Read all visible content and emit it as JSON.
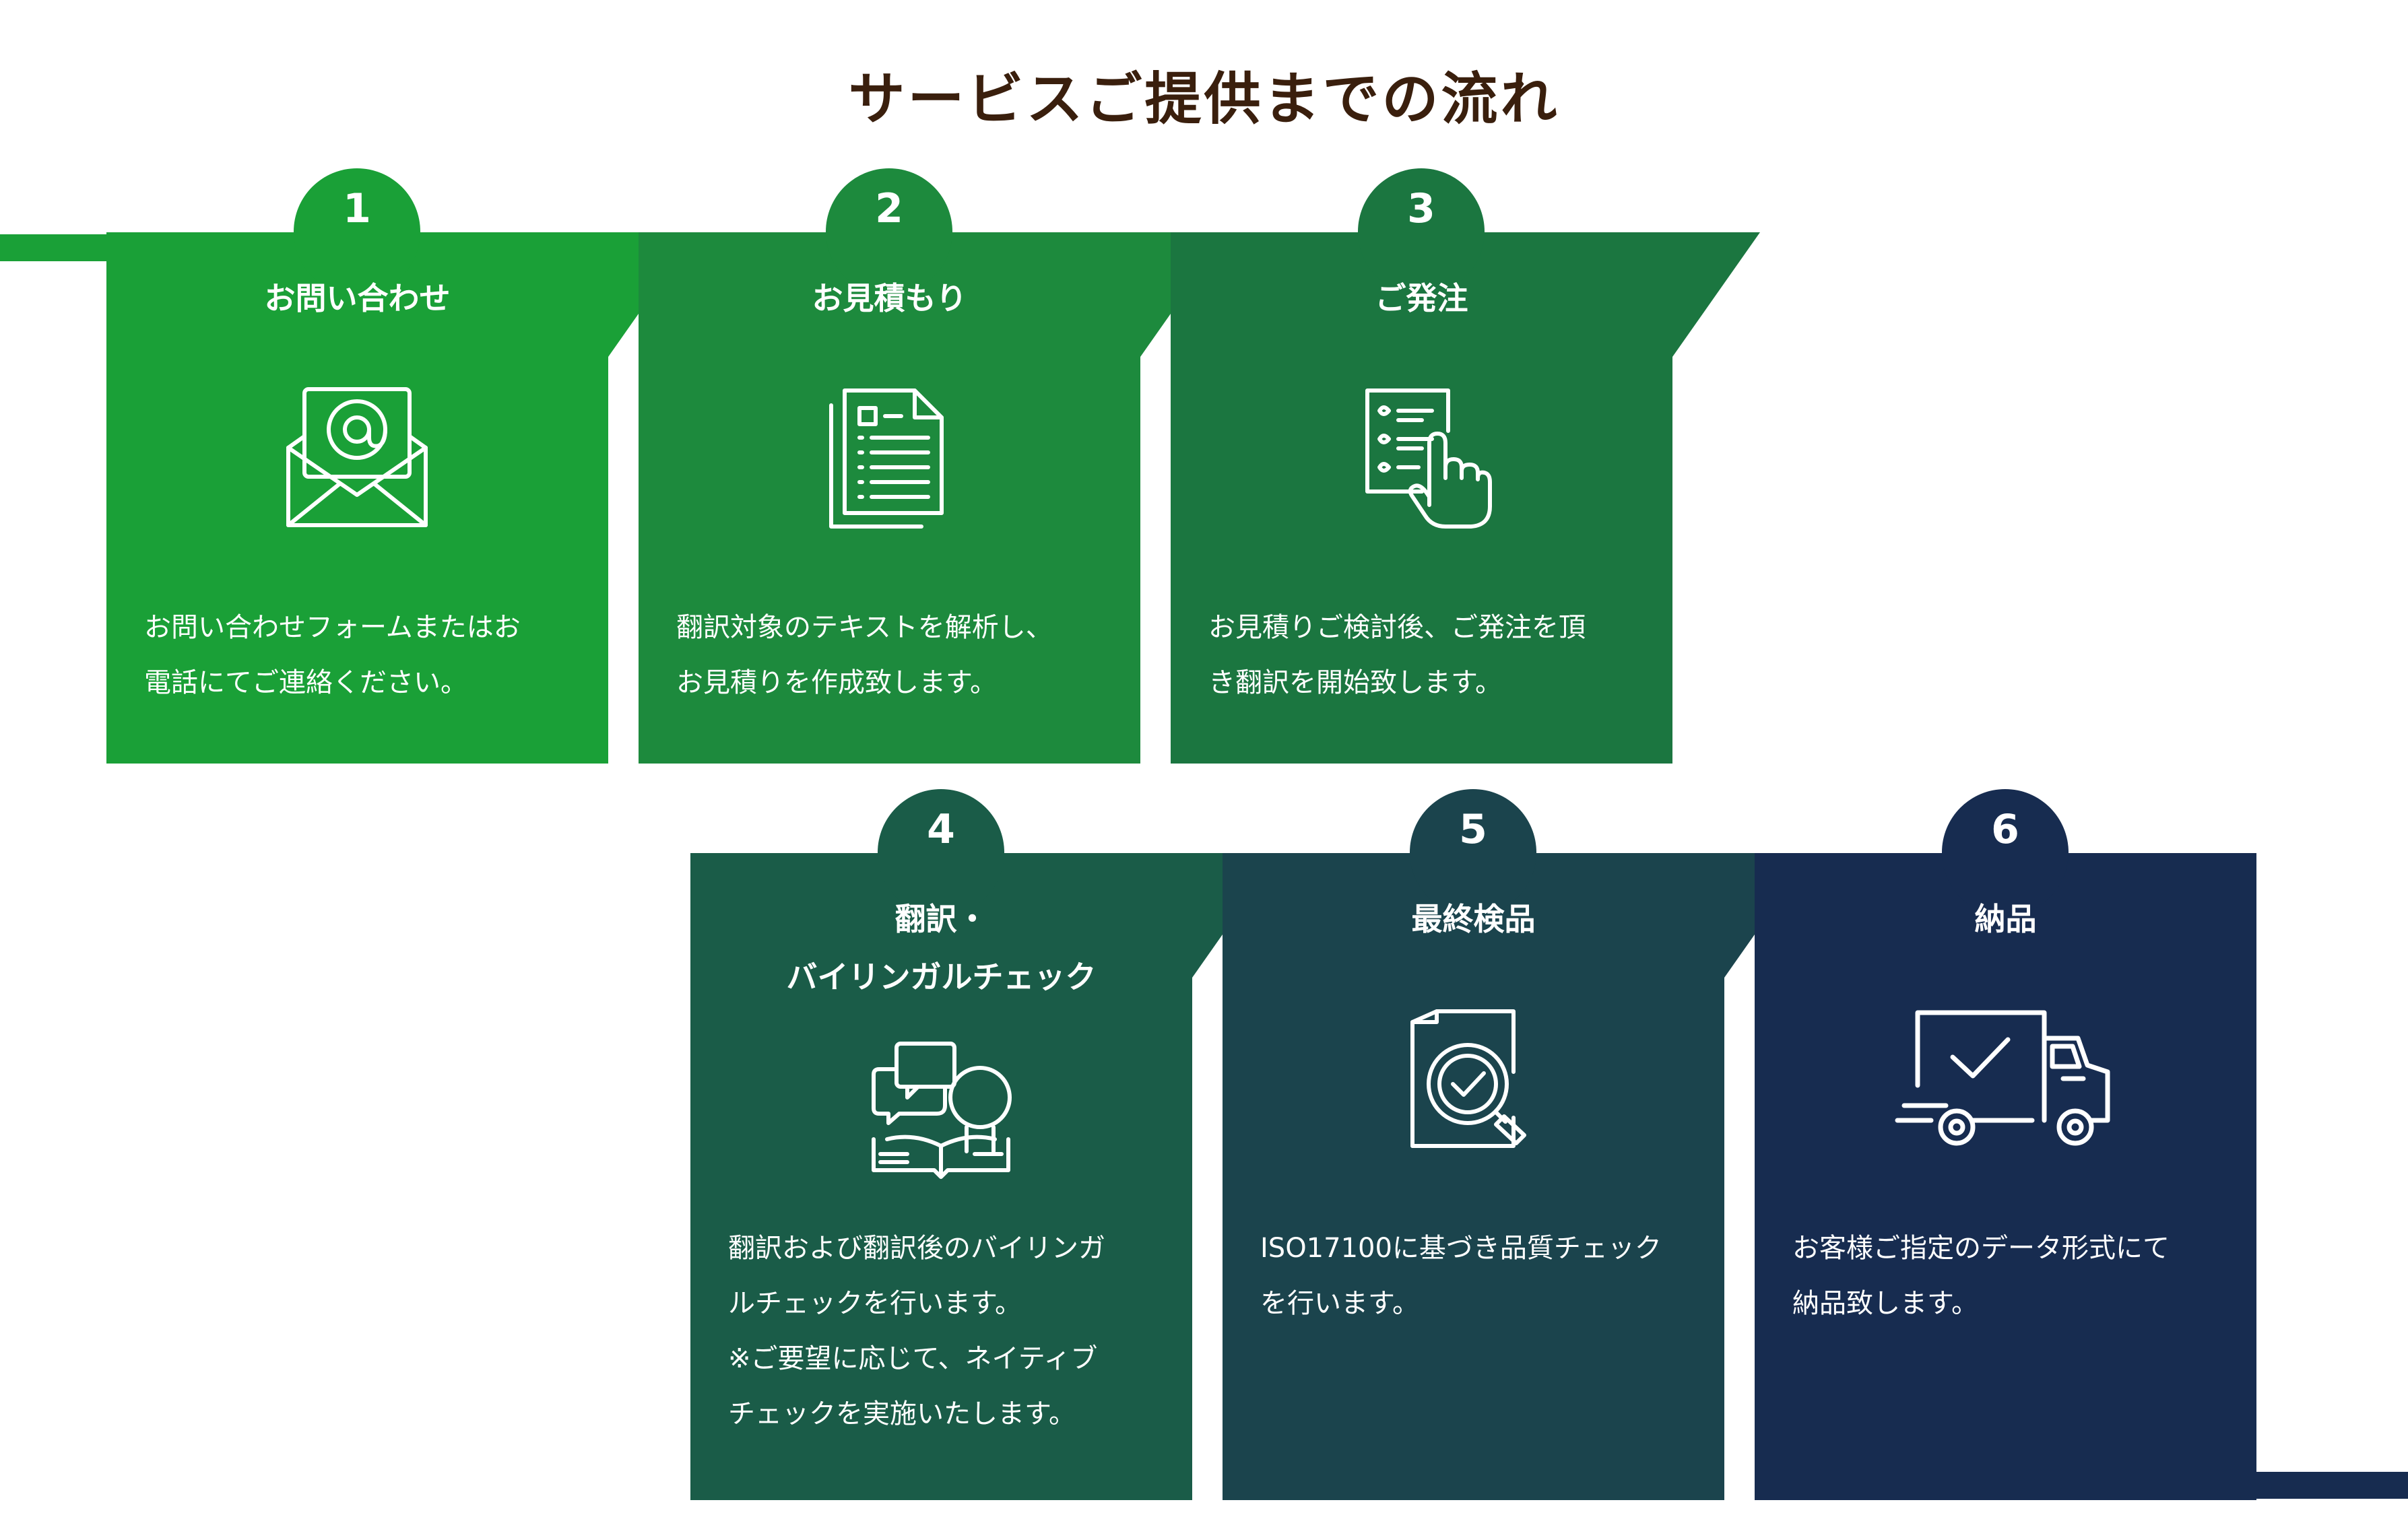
{
  "page": {
    "title": "サービスご提供までの流れ"
  },
  "colors": {
    "step1": "#1aa037",
    "step2": "#1d8a3d",
    "step3": "#1b7640",
    "step4": "#1a5c48",
    "step5": "#1b444d",
    "step6": "#172c50",
    "title": "#3a1f0d"
  },
  "steps": [
    {
      "number": "1",
      "title": [
        "お問い合わせ"
      ],
      "icon": "envelope-at-icon",
      "description": [
        "お問い合わせフォームまたはお",
        "電話にてご連絡ください。"
      ]
    },
    {
      "number": "2",
      "title": [
        "お見積もり"
      ],
      "icon": "document-estimate-icon",
      "description": [
        "翻訳対象のテキストを解析し、",
        "お見積りを作成致します。"
      ]
    },
    {
      "number": "3",
      "title": [
        "ご発注"
      ],
      "icon": "checklist-hand-icon",
      "description": [
        "お見積りご検討後、ご発注を頂",
        "き翻訳を開始致します。"
      ]
    },
    {
      "number": "4",
      "title": [
        "翻訳・",
        "バイリンガルチェック"
      ],
      "icon": "bilingual-check-icon",
      "description": [
        "翻訳および翻訳後のバイリンガ",
        "ルチェックを行います。",
        "※ご要望に応じて、ネイティブ",
        "チェックを実施いたします。"
      ]
    },
    {
      "number": "5",
      "title": [
        "最終検品"
      ],
      "icon": "inspection-icon",
      "description": [
        "ISO17100に基づき品質チェック",
        "を行います。"
      ]
    },
    {
      "number": "6",
      "title": [
        "納品"
      ],
      "icon": "delivery-truck-icon",
      "description": [
        "お客様ご指定のデータ形式にて",
        "納品致します。"
      ]
    }
  ]
}
